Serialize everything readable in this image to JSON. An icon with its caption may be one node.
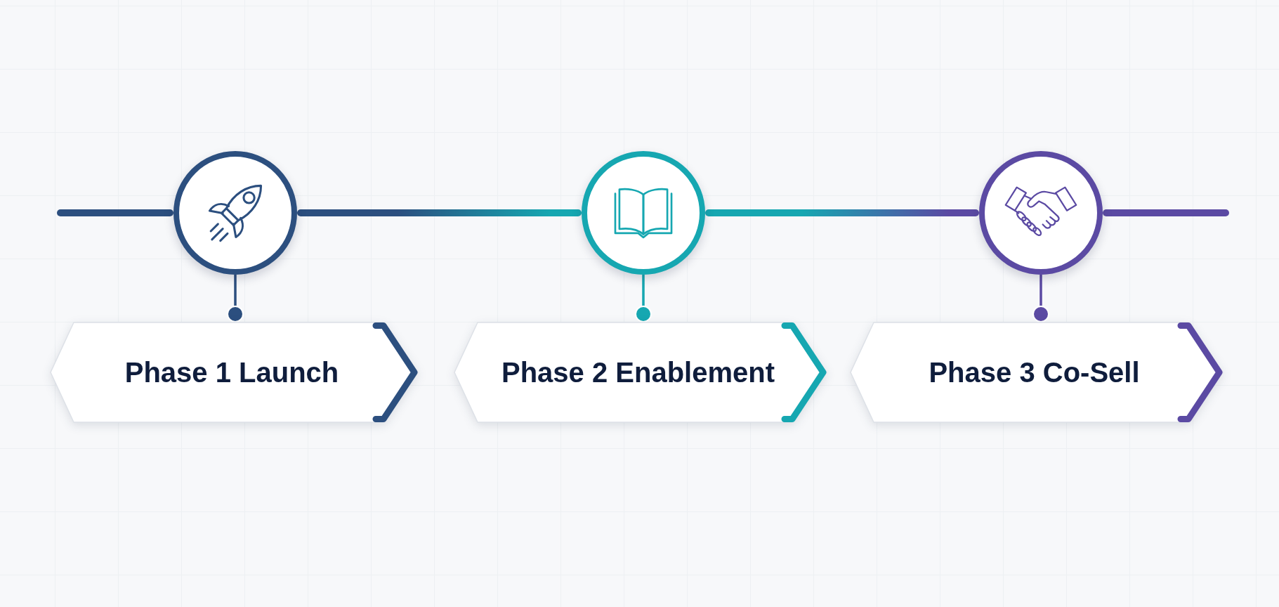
{
  "diagram": {
    "nodes": [
      {
        "text": [],
        "shape": "circle"
      },
      {
        "text": [],
        "shape": "circle"
      },
      {
        "text": [],
        "shape": "circle"
      },
      {
        "text": [
          "Phase 1 Launch"
        ]
      },
      {
        "text": [
          "Phase 2 Enablement"
        ]
      },
      {
        "text": [
          "Phase 3 Co-Sell"
        ]
      }
    ],
    "edges": [
      {
        "from": null,
        "to": 0,
        "arrow": "none",
        "color": "#2c4f7f"
      },
      {
        "from": 0,
        "to": 1,
        "arrow": "none",
        "color": "#2c4f7f"
      },
      {
        "from": 1,
        "to": 2,
        "arrow": "none",
        "color": "#16a7b1"
      },
      {
        "from": 2,
        "to": null,
        "arrow": "none",
        "color": "#5b4aa3"
      },
      {
        "from": 0,
        "to": 3,
        "arrow": "other",
        "color": "#2c4f7f"
      },
      {
        "from": 1,
        "to": 4,
        "arrow": "other",
        "color": "#16a7b1"
      },
      {
        "from": 2,
        "to": 5,
        "arrow": "other",
        "color": "#5b4aa3"
      }
    ]
  }
}
